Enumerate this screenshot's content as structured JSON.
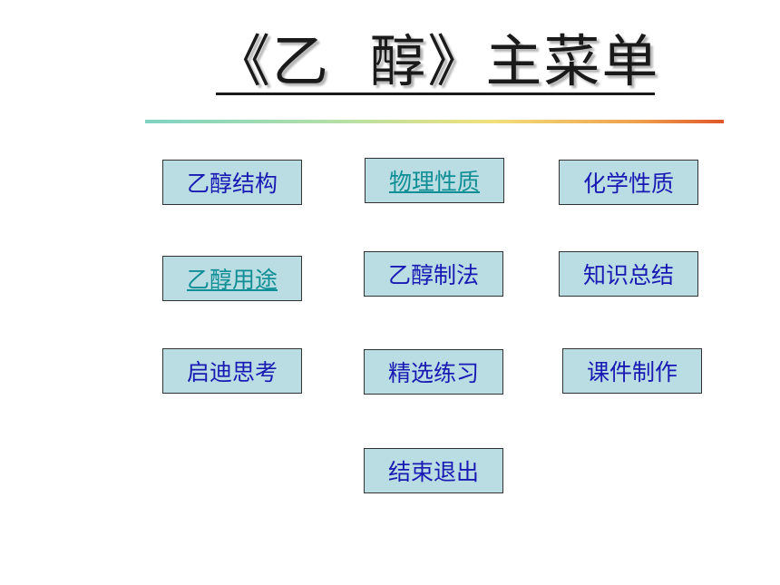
{
  "title": "《乙  醇》主菜单",
  "menu": {
    "structure": "乙醇结构",
    "physical": "物理性质",
    "chemical": "化学性质",
    "uses": "乙醇用途",
    "preparation": "乙醇制法",
    "summary": "知识总结",
    "inspiration": "启迪思考",
    "exercises": "精选练习",
    "credits": "课件制作",
    "exit": "结束退出"
  }
}
